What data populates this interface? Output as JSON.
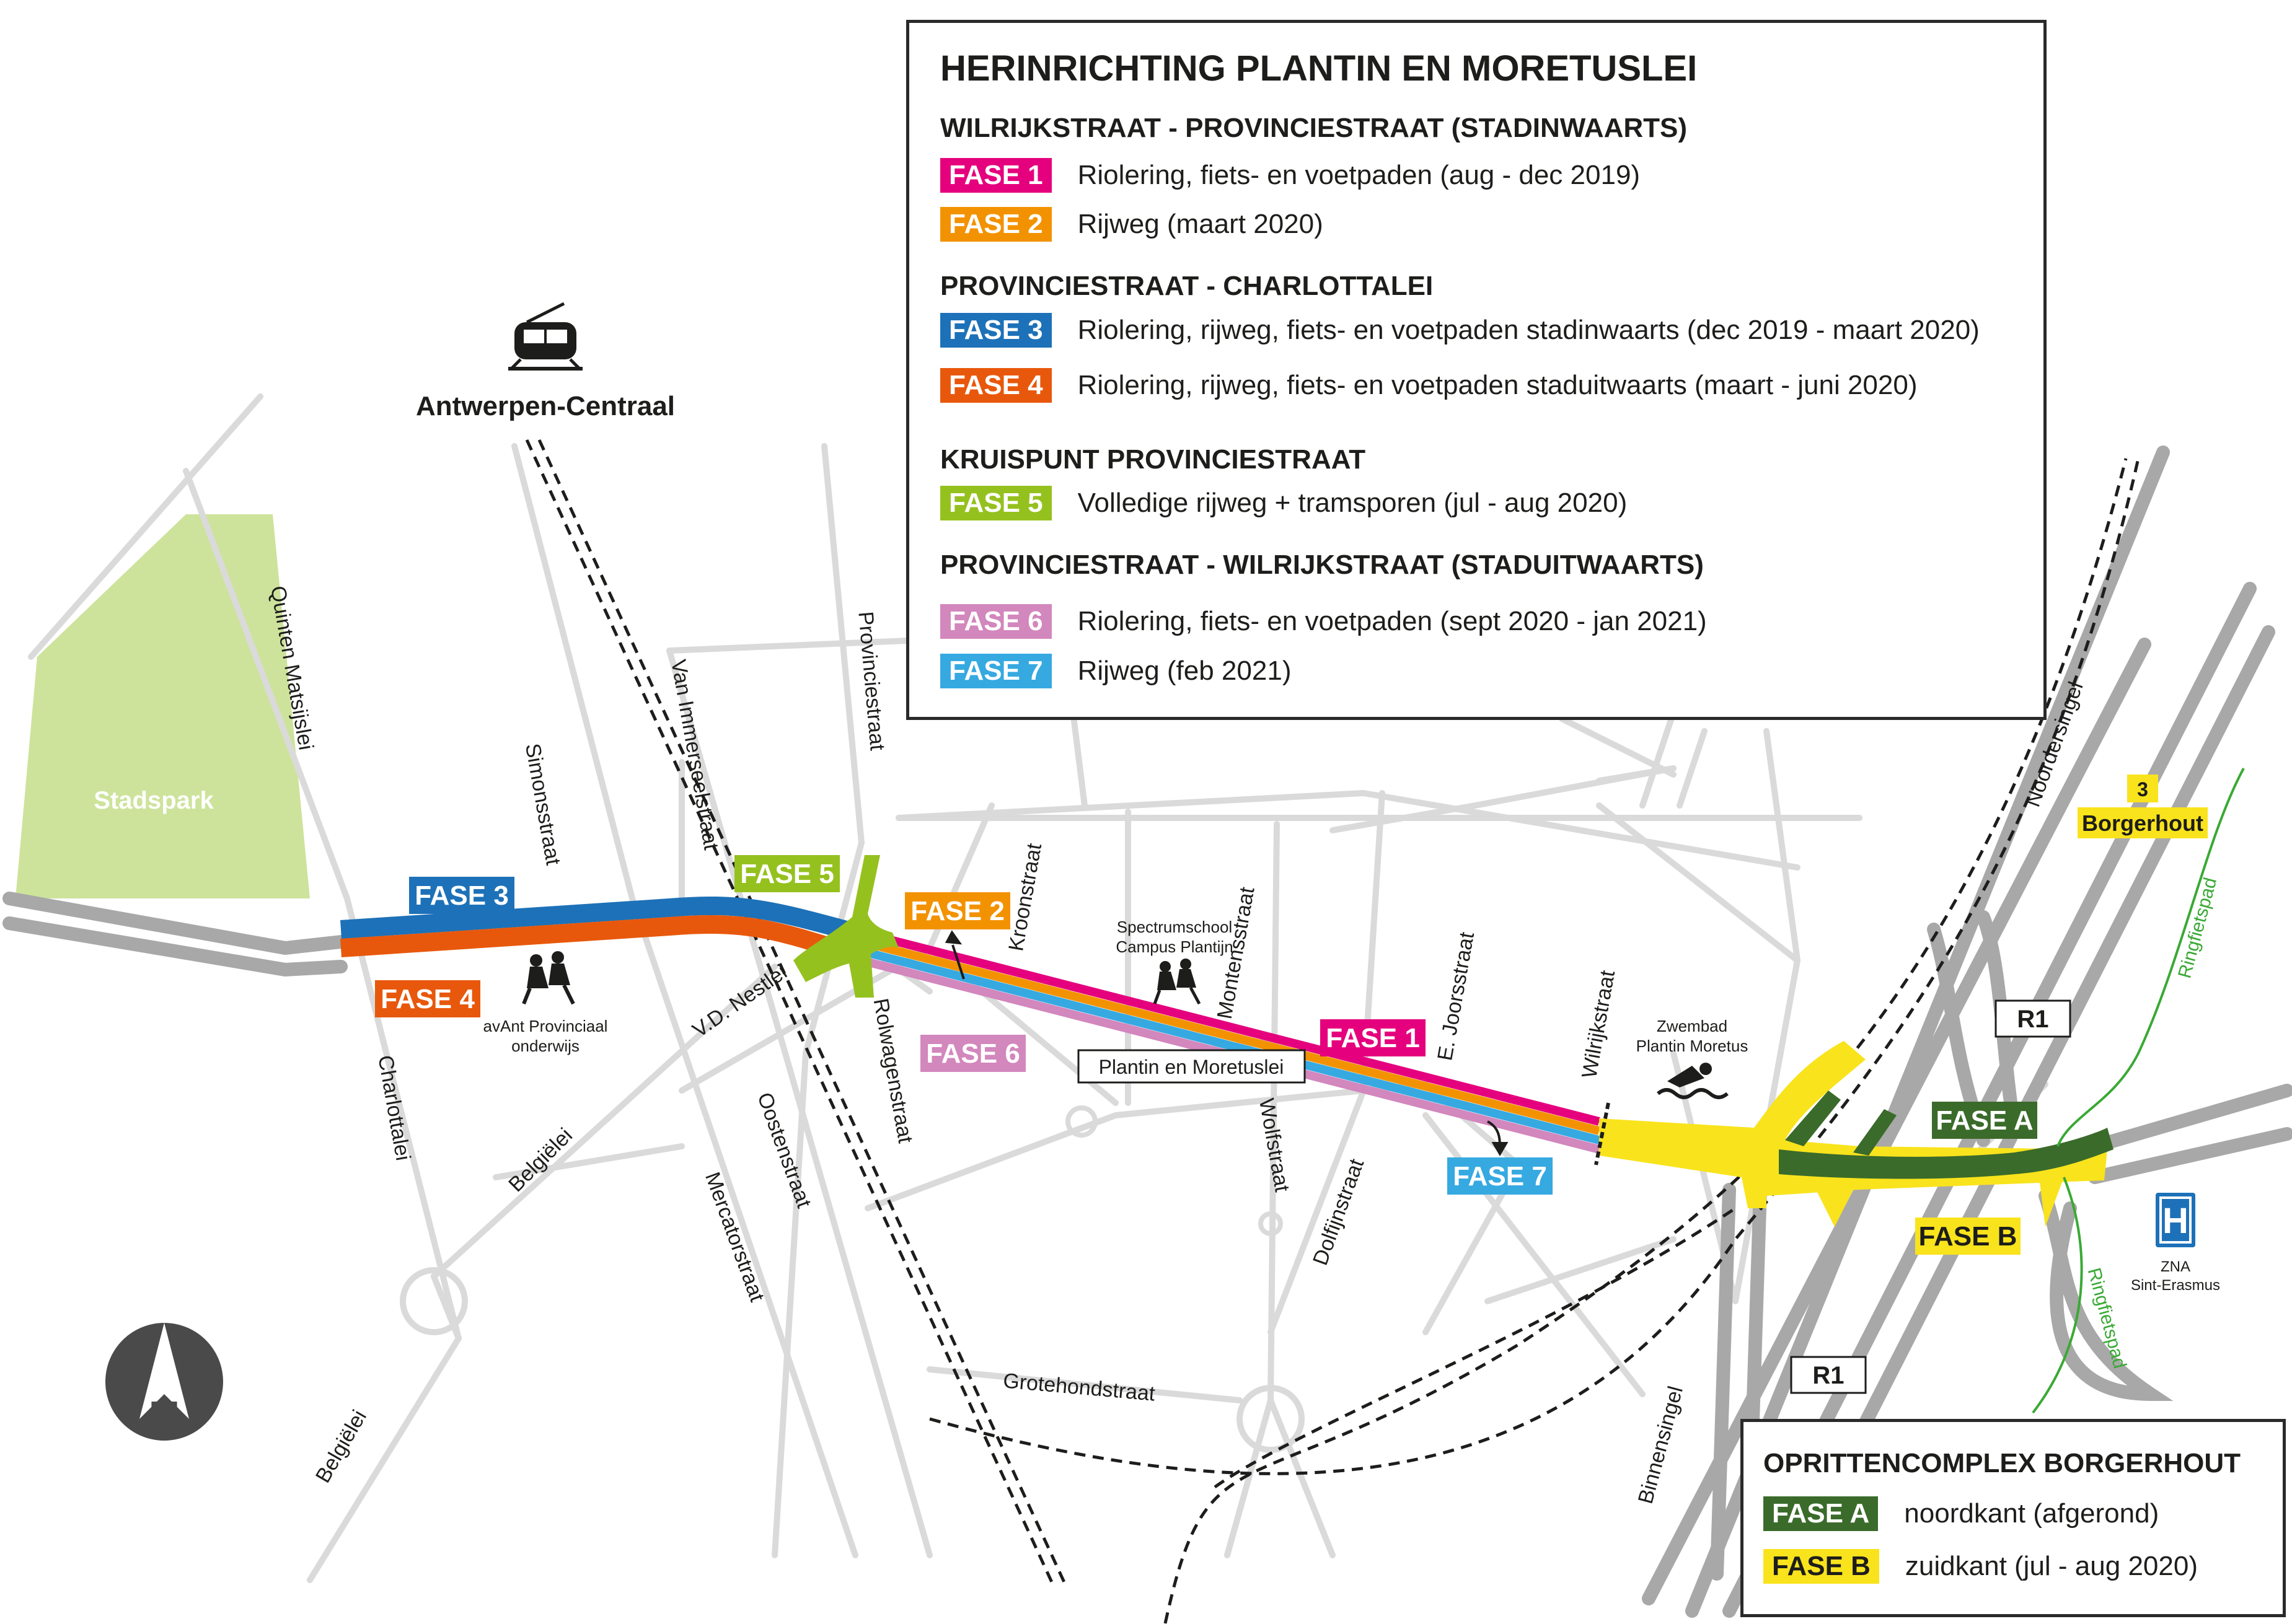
{
  "legend_main": {
    "title": "HERINRICHTING PLANTIN EN MORETUSLEI",
    "sections": [
      {
        "heading": "WILRIJKSTRAAT - PROVINCIESTRAAT (STADINWAARTS)",
        "phases": [
          {
            "label": "FASE 1",
            "color": "#e5007d",
            "text_dark": false,
            "desc": "Riolering, fiets- en voetpaden (aug - dec 2019)"
          },
          {
            "label": "FASE 2",
            "color": "#f39200",
            "text_dark": false,
            "desc": "Rijweg (maart 2020)"
          }
        ]
      },
      {
        "heading": "PROVINCIESTRAAT - CHARLOTTALEI",
        "phases": [
          {
            "label": "FASE 3",
            "color": "#1d71b8",
            "text_dark": false,
            "desc": "Riolering, rijweg, fiets- en voetpaden stadinwaarts (dec 2019 - maart 2020)"
          },
          {
            "label": "FASE 4",
            "color": "#e8580c",
            "text_dark": false,
            "desc": "Riolering, rijweg, fiets- en voetpaden staduitwaarts (maart - juni 2020)"
          }
        ]
      },
      {
        "heading": "KRUISPUNT PROVINCIESTRAAT",
        "phases": [
          {
            "label": "FASE 5",
            "color": "#95c11f",
            "text_dark": false,
            "desc": "Volledige rijweg + tramsporen (jul - aug 2020)"
          }
        ]
      },
      {
        "heading": "PROVINCIESTRAAT - WILRIJKSTRAAT (STADUITWAARTS)",
        "phases": [
          {
            "label": "FASE 6",
            "color": "#d287bd",
            "text_dark": false,
            "desc": "Riolering, fiets- en voetpaden (sept 2020 - jan 2021)"
          },
          {
            "label": "FASE 7",
            "color": "#36a9e1",
            "text_dark": false,
            "desc": "Rijweg (feb 2021)"
          }
        ]
      }
    ]
  },
  "legend_borgerhout": {
    "title": "OPRITTENCOMPLEX BORGERHOUT",
    "phases": [
      {
        "label": "FASE A",
        "color": "#3a6b2a",
        "text_dark": false,
        "desc": "noordkant (afgerond)"
      },
      {
        "label": "FASE B",
        "color": "#f9e31c",
        "text_dark": true,
        "desc": "zuidkant (jul - aug 2020)"
      }
    ]
  },
  "map_labels": {
    "station": "Antwerpen-Centraal",
    "park": "Stadspark",
    "school1_line1": "avAnt Provinciaal",
    "school1_line2": "onderwijs",
    "school2_line1": "Spectrumschool",
    "school2_line2": "Campus Plantijn",
    "pool_line1": "Zwembad",
    "pool_line2": "Plantin Moretus",
    "hospital_line1": "ZNA",
    "hospital_line2": "Sint-Erasmus",
    "main_street": "Plantin en Moretuslei",
    "exit_number": "3",
    "exit_name": "Borgerhout",
    "r1_north": "R1",
    "r1_south": "R1",
    "north_letter": "N",
    "streets": {
      "quinten": "Quinten Matsijslei",
      "simons": "Simonsstraat",
      "vanimmer": "Van Immerseelstraat",
      "provincie": "Provinciestraat",
      "kroon": "Kroonstraat",
      "montens": "Montensstraat",
      "joors": "E. Joorsstraat",
      "wilrijk": "Wilrijkstraat",
      "noordersingel": "Noordersingel",
      "charlotta": "Charlottalei",
      "nestlei": "V.D. Nestlei",
      "belgielei1": "Belgiëlei",
      "belgielei2": "Belgiëlei",
      "oostens": "Oostenstraat",
      "mercator": "Mercatorstraat",
      "rolwagen": "Rolwagenstraat",
      "wolf": "Wolfstraat",
      "dolfijn": "Dolfijnstraat",
      "grotehond": "Grotehondstraat",
      "binnensingel": "Binnensingel",
      "ringfiets1": "Ringfietspad",
      "ringfiets2": "Ringfietspad"
    },
    "phase_tags": {
      "f1": "FASE 1",
      "f2": "FASE 2",
      "f3": "FASE 3",
      "f4": "FASE 4",
      "f5": "FASE 5",
      "f6": "FASE 6",
      "f7": "FASE 7",
      "fa": "FASE A",
      "fb": "FASE B"
    }
  },
  "colors": {
    "street": "#dadada",
    "ring": "#a8a8a8",
    "park": "#cde39b",
    "rail": "#1d1d1b",
    "cycle": "#3aa935",
    "north": "#4a4a4a"
  }
}
